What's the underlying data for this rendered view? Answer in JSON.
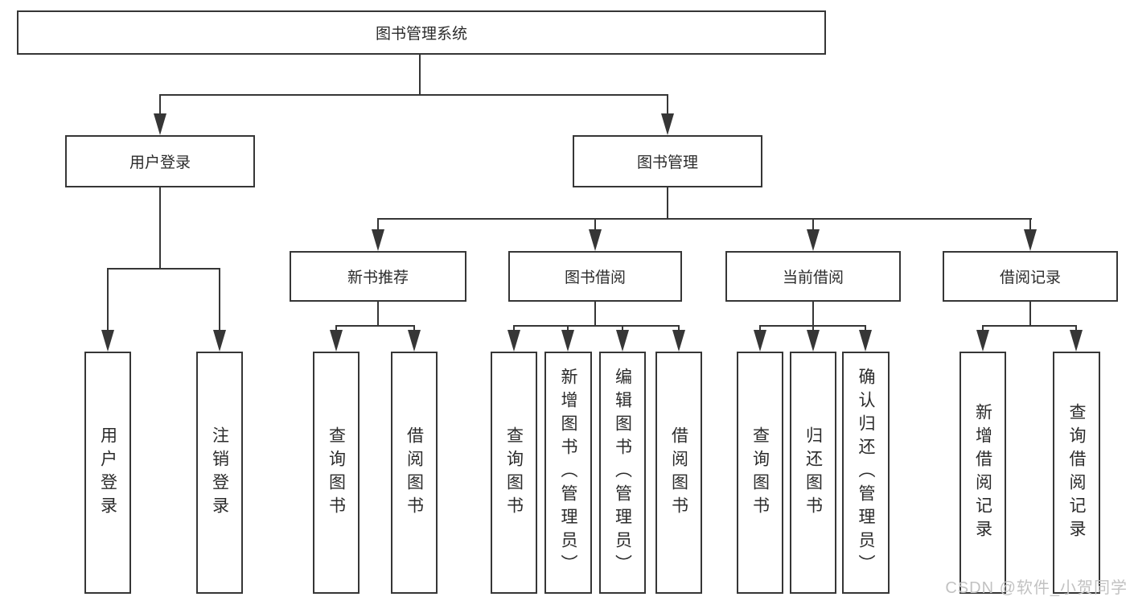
{
  "root_label": "图书管理系统",
  "level2": {
    "login": "用户登录",
    "manage": "图书管理"
  },
  "level3": {
    "new_books": "新书推荐",
    "borrow": "图书借阅",
    "current": "当前借阅",
    "records": "借阅记录"
  },
  "leaves": {
    "login": [
      "用户登录",
      "注销登录"
    ],
    "new_books": [
      "查询图书",
      "借阅图书"
    ],
    "borrow": [
      "查询图书",
      "新增图书（管理员）",
      "编辑图书（管理员）",
      "借阅图书"
    ],
    "current": [
      "查询图书",
      "归还图书",
      "确认归还（管理员）"
    ],
    "records": [
      "新增借阅记录",
      "查询借阅记录"
    ]
  },
  "watermark": "CSDN @软件_小贺同学",
  "colors": {
    "line": "#363636",
    "text": "#2b2b2b",
    "watermark": "#c2c2c2",
    "background": "#ffffff"
  }
}
